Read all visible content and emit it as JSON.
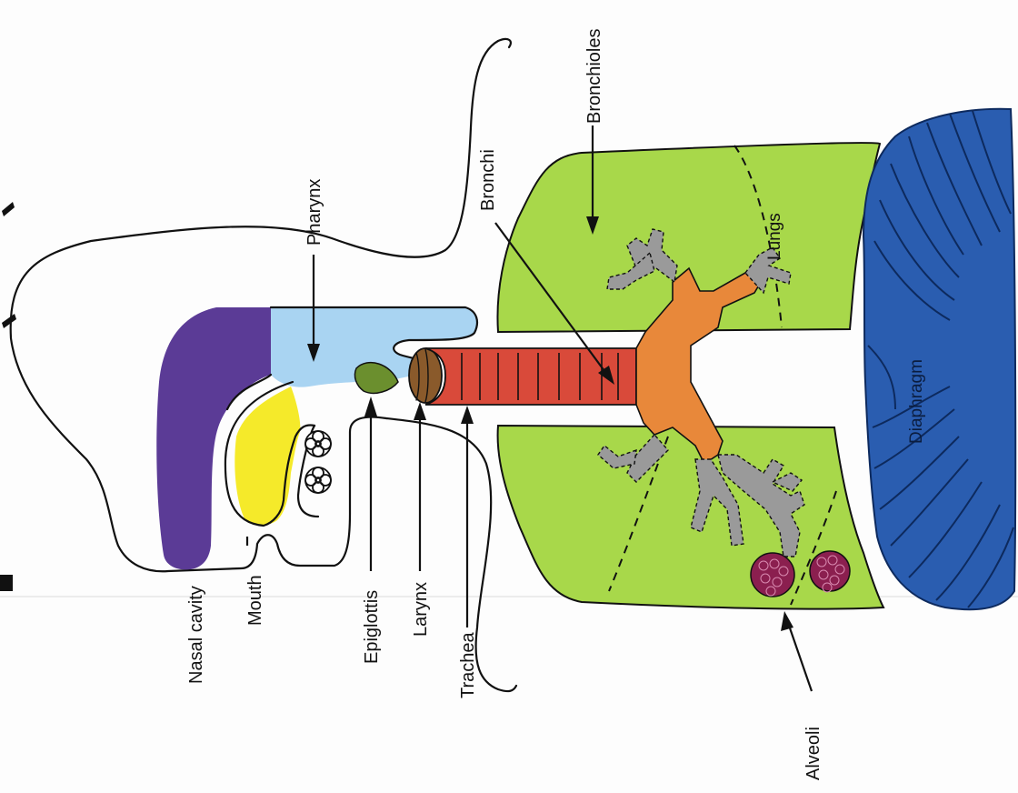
{
  "labels": {
    "nasal_cavity": "Nasal cavity",
    "mouth": "Mouth",
    "epiglottis": "Epiglottis",
    "larynx": "Larynx",
    "trachea": "Trachea",
    "pharynx": "Pharynx",
    "bronchi": "Bronchi",
    "bronchioles": "Bronchioles",
    "lungs": "Lungs",
    "diaphragm": "Diaphragm",
    "alveoli": "Alveoli"
  },
  "colors": {
    "nasal_cavity": "#5b3b96",
    "pharynx": "#a9d4f2",
    "mouth": "#f5ea2a",
    "epiglottis": "#6b8f2e",
    "larynx": "#8a5a2b",
    "trachea": "#d94a3a",
    "bronchi": "#e8883a",
    "bronchioles": "#9a9a9a",
    "lungs": "#a8d84a",
    "diaphragm": "#2a5db0",
    "alveoli": "#8b1f4f"
  }
}
